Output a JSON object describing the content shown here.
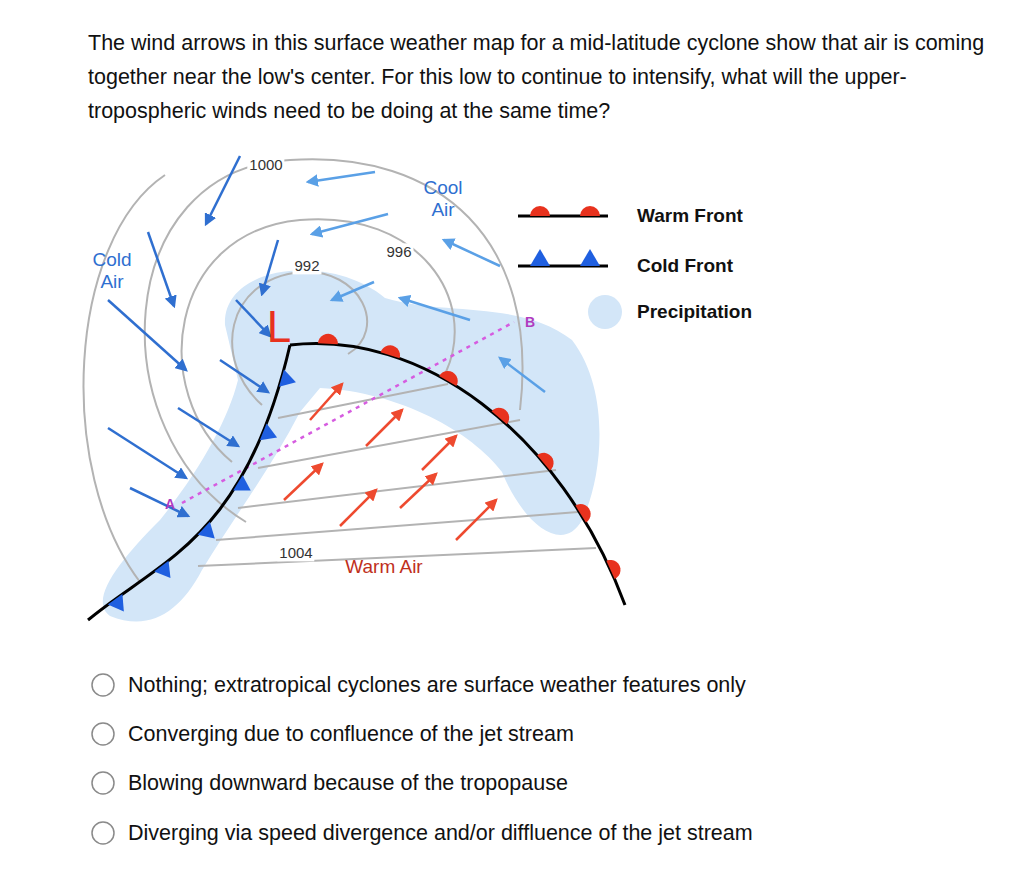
{
  "diagram": {
    "title": "The wind arrows in this surface weather map for a mid-latitude cyclone show that air is coming together near the low's center. For this low to continue to intensify, what will the upper-tropospheric winds need to be doing at the same time?",
    "labels": [
      "1000",
      "Cool Air",
      "Cold Air",
      "996",
      "992",
      "B",
      "L",
      "A",
      "1004",
      "Warm Air",
      "Nothing; extratropical cyclones are surface weather features only",
      "Converging due to confluence of the jet stream",
      "Blowing downward because of the tropopause",
      "Diverging via speed divergence and/or diffluence of the jet stream"
    ],
    "legend": [
      {
        "text": "Warm Front"
      },
      {
        "text": "Cold Front"
      },
      {
        "text": "Precipitation",
        "color": "#d3e6f8"
      }
    ]
  }
}
